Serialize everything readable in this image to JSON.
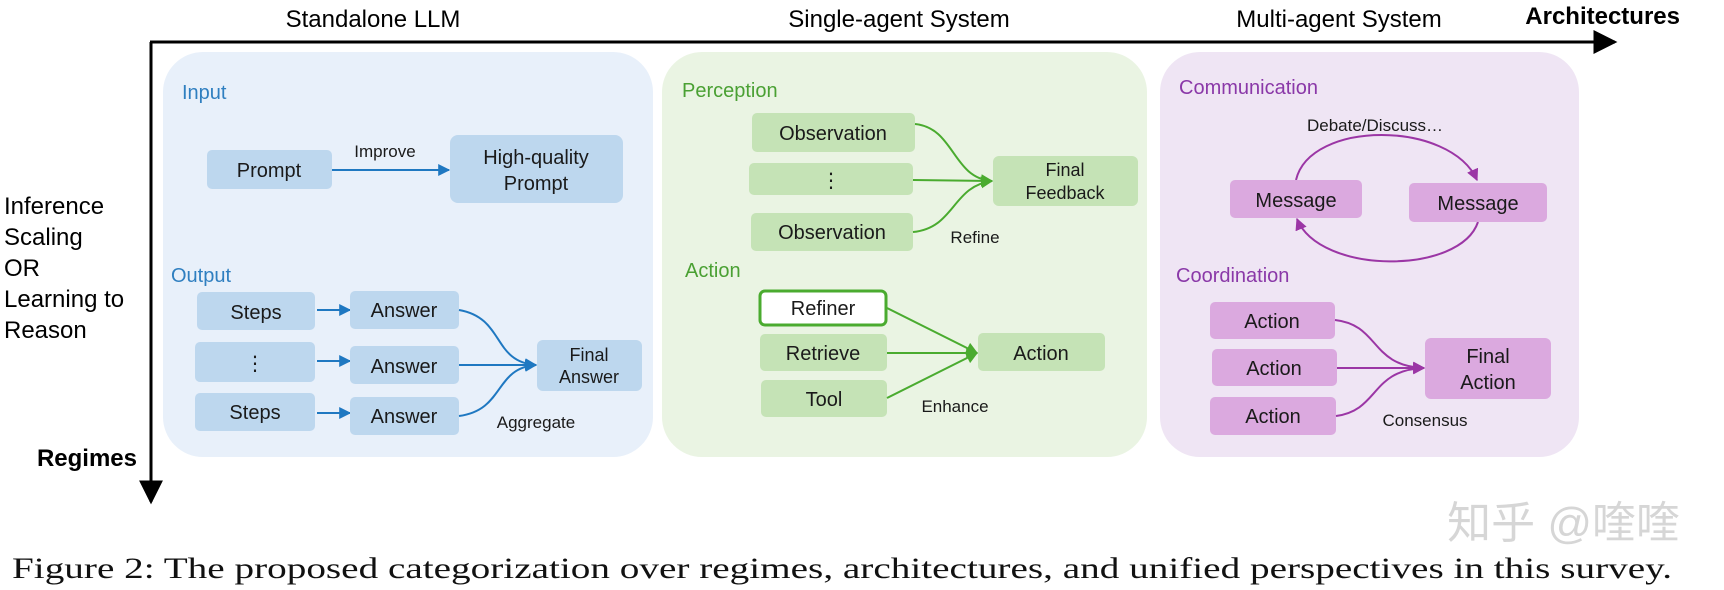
{
  "axes": {
    "horizontal_label": "Architectures",
    "vertical_label": "Regimes",
    "regime_lines": [
      "Inference",
      "Scaling",
      "OR",
      "Learning to",
      "Reason"
    ]
  },
  "columns": {
    "standalone": {
      "title": "Standalone LLM",
      "input": {
        "section_label": "Input",
        "prompt": "Prompt",
        "improve": "Improve",
        "hq_prompt_lines": [
          "High-quality",
          "Prompt"
        ]
      },
      "output": {
        "section_label": "Output",
        "steps_top": "Steps",
        "ellipsis": "⋮",
        "steps_bottom": "Steps",
        "answers": [
          "Answer",
          "Answer",
          "Answer"
        ],
        "final_answer_lines": [
          "Final",
          "Answer"
        ],
        "aggregate": "Aggregate"
      }
    },
    "single_agent": {
      "title": "Single-agent System",
      "perception": {
        "section_label": "Perception",
        "observation_top": "Observation",
        "ellipsis": "⋮",
        "observation_bottom": "Observation",
        "final_feedback_lines": [
          "Final",
          "Feedback"
        ],
        "refine": "Refine"
      },
      "action": {
        "section_label": "Action",
        "refiner": "Refiner",
        "retrieve": "Retrieve",
        "tool": "Tool",
        "action": "Action",
        "enhance": "Enhance"
      }
    },
    "multi_agent": {
      "title": "Multi-agent System",
      "communication": {
        "section_label": "Communication",
        "debate": "Debate/Discuss…",
        "messages": [
          "Message",
          "Message"
        ]
      },
      "coordination": {
        "section_label": "Coordination",
        "actions": [
          "Action",
          "Action",
          "Action"
        ],
        "final_action_lines": [
          "Final",
          "Action"
        ],
        "consensus": "Consensus"
      }
    }
  },
  "caption": "Figure 2: The proposed categorization over regimes, architectures, and unified perspectives in this survey.",
  "watermark": "知乎 @喹喹",
  "colors": {
    "panel_blue": "#e8f0fa",
    "box_blue": "#bdd7ee",
    "arrow_blue": "#1f78c1",
    "panel_green": "#eaf4e3",
    "box_green": "#c5e3b6",
    "arrow_green": "#4aab2f",
    "panel_purple": "#efe5f4",
    "box_purple": "#dba9df",
    "arrow_purple": "#9b36a5"
  }
}
